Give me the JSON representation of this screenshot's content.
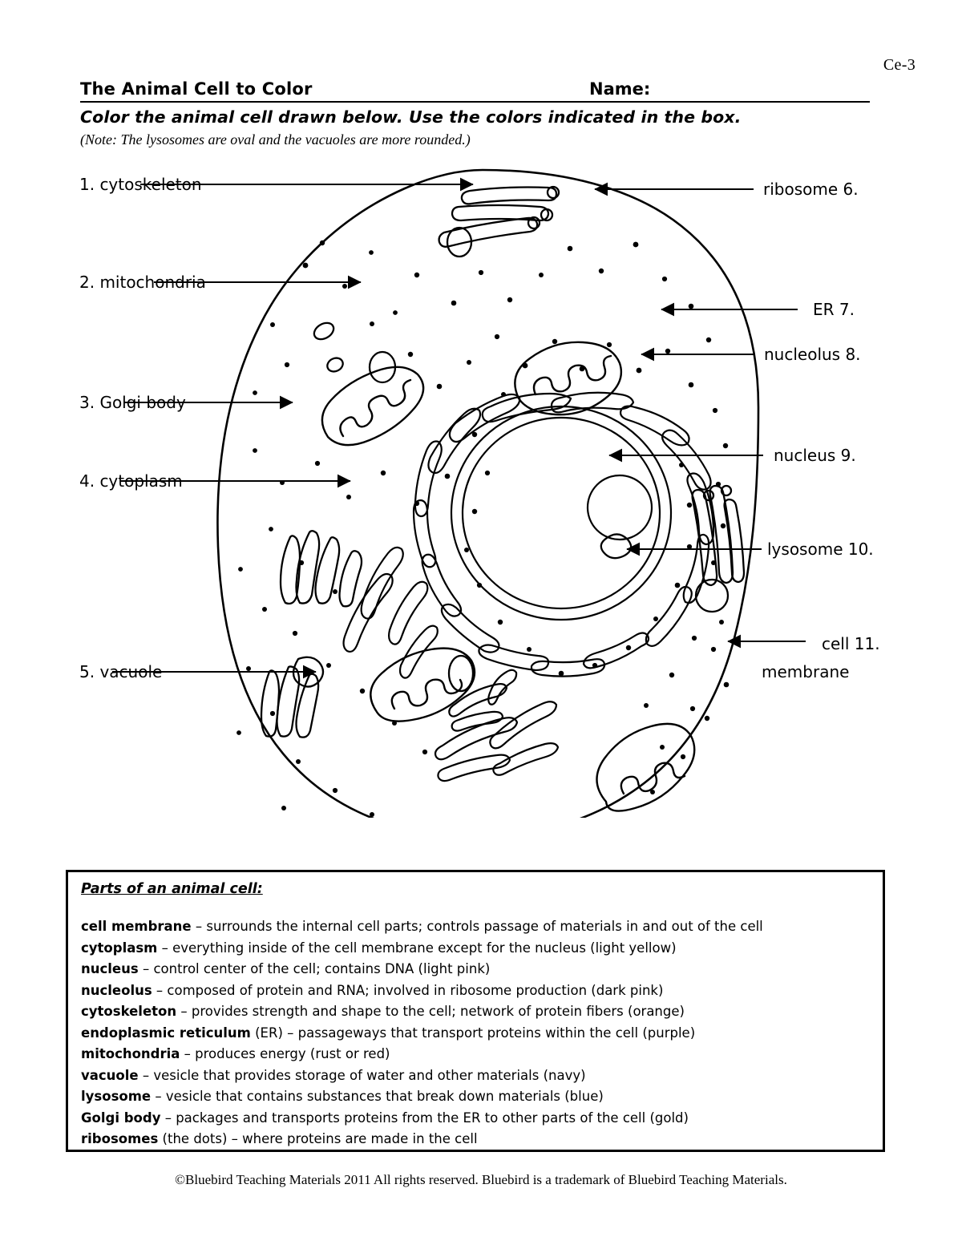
{
  "page_code": "Ce-3",
  "header": {
    "title": "The Animal Cell to Color",
    "name_label": "Name:",
    "instruction": "Color the animal cell drawn below. Use the colors indicated in the box.",
    "note": "(Note: The lysosomes are oval and the vacuoles are more rounded.)"
  },
  "diagram": {
    "left_labels": [
      {
        "text": "1. cytoskeleton",
        "name": "label-cytoskeleton"
      },
      {
        "text": "2. mitochondria",
        "name": "label-mitochondria"
      },
      {
        "text": "3. Golgi body",
        "name": "label-golgi-body"
      },
      {
        "text": "4. cytoplasm",
        "name": "label-cytoplasm"
      },
      {
        "text": "5. vacuole",
        "name": "label-vacuole"
      }
    ],
    "right_labels": [
      {
        "text": "ribosome 6.",
        "name": "label-ribosome"
      },
      {
        "text": "ER  7.",
        "name": "label-er"
      },
      {
        "text": "nucleolus 8.",
        "name": "label-nucleolus"
      },
      {
        "text": "nucleus 9.",
        "name": "label-nucleus"
      },
      {
        "text": "lysosome 10.",
        "name": "label-lysosome"
      },
      {
        "text": "cell 11.",
        "name": "label-cell-membrane-line1"
      },
      {
        "text": "membrane",
        "name": "label-cell-membrane-line2"
      }
    ]
  },
  "legend": {
    "heading": "Parts of an animal cell:",
    "entries": [
      {
        "term": "cell membrane",
        "desc": " – surrounds the internal cell parts; controls passage of materials in and out of the cell"
      },
      {
        "term": "cytoplasm",
        "desc": " – everything inside of the cell membrane except for the nucleus (light yellow)"
      },
      {
        "term": "nucleus",
        "desc": " – control center of the cell; contains DNA (light pink)"
      },
      {
        "term": "nucleolus",
        "desc": " – composed of protein and RNA; involved in ribosome production (dark pink)"
      },
      {
        "term": "cytoskeleton",
        "desc": " – provides strength and shape to the cell; network of protein fibers (orange)"
      },
      {
        "term": "endoplasmic reticulum",
        "desc": " (ER) – passageways that transport proteins within the cell (purple)"
      },
      {
        "term": "mitochondria",
        "desc": " – produces energy (rust or red)"
      },
      {
        "term": "vacuole",
        "desc": " – vesicle that provides storage of water and other materials (navy)"
      },
      {
        "term": "lysosome",
        "desc": " – vesicle that contains substances that break down materials (blue)"
      },
      {
        "term": "Golgi body",
        "desc": " – packages and transports proteins from the ER to other parts of the cell (gold)"
      },
      {
        "term": "ribosomes",
        "desc": " (the dots) – where proteins are made in the cell"
      }
    ]
  },
  "footer": "©Bluebird Teaching Materials 2011 All rights reserved. Bluebird is a trademark of Bluebird Teaching Materials."
}
